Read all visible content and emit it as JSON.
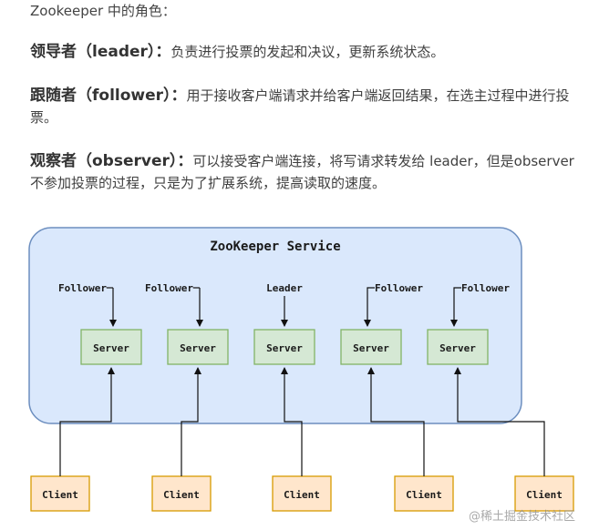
{
  "intro": "Zookeeper 中的角色：",
  "roles": [
    {
      "term": "领导者（leader）：",
      "desc": "负责进行投票的发起和决议，更新系统状态。"
    },
    {
      "term": "跟随者（follower）：",
      "desc": "用于接收客户端请求并给客户端返回结果，在选主过程中进行投票。"
    },
    {
      "term": "观察者（observer）：",
      "desc": "可以接受客户端连接，将写请求转发给 leader，但是observer 不参加投票的过程，只是为了扩展系统，提高读取的速度。"
    }
  ],
  "diagram": {
    "title": "ZooKeeper Service",
    "roles": [
      "Follower",
      "Follower",
      "Leader",
      "Follower",
      "Follower"
    ],
    "servers": [
      "Server",
      "Server",
      "Server",
      "Server",
      "Server"
    ],
    "clients": [
      "Client",
      "Client",
      "Client",
      "Client",
      "Client"
    ],
    "colors": {
      "service_fill": "#dae8fc",
      "service_stroke": "#6c8ebf",
      "server_fill": "#d5e8d4",
      "server_stroke": "#82b366",
      "client_fill": "#ffe6cc",
      "client_stroke": "#d79b00"
    }
  },
  "watermark": "@稀土掘金技术社区"
}
